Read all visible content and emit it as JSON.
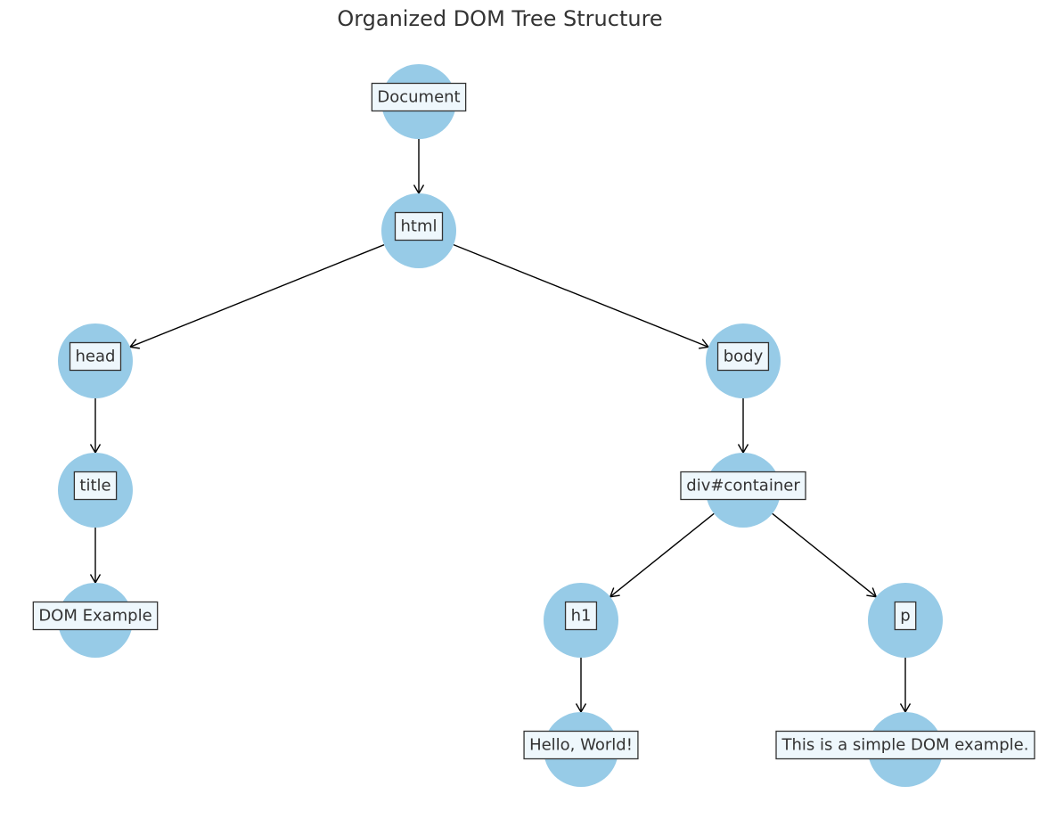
{
  "diagram": {
    "title": "Organized DOM Tree Structure",
    "colors": {
      "node_fill": "#97cbe7",
      "label_fill": "#eef7fc",
      "label_border": "#333333",
      "edge": "#000000",
      "text": "#333333"
    },
    "nodes": [
      {
        "id": "document",
        "label": "Document"
      },
      {
        "id": "html",
        "label": "html"
      },
      {
        "id": "head",
        "label": "head"
      },
      {
        "id": "body",
        "label": "body"
      },
      {
        "id": "title",
        "label": "title"
      },
      {
        "id": "div-container",
        "label": "div#container"
      },
      {
        "id": "dom-example",
        "label": "DOM Example"
      },
      {
        "id": "h1",
        "label": "h1"
      },
      {
        "id": "p",
        "label": "p"
      },
      {
        "id": "hello-world",
        "label": "Hello, World!"
      },
      {
        "id": "simple-dom",
        "label": "This is a simple DOM example."
      }
    ],
    "edges": [
      {
        "from": "document",
        "to": "html"
      },
      {
        "from": "html",
        "to": "head"
      },
      {
        "from": "html",
        "to": "body"
      },
      {
        "from": "head",
        "to": "title"
      },
      {
        "from": "title",
        "to": "dom-example"
      },
      {
        "from": "body",
        "to": "div-container"
      },
      {
        "from": "div-container",
        "to": "h1"
      },
      {
        "from": "div-container",
        "to": "p"
      },
      {
        "from": "h1",
        "to": "hello-world"
      },
      {
        "from": "p",
        "to": "simple-dom"
      }
    ]
  }
}
